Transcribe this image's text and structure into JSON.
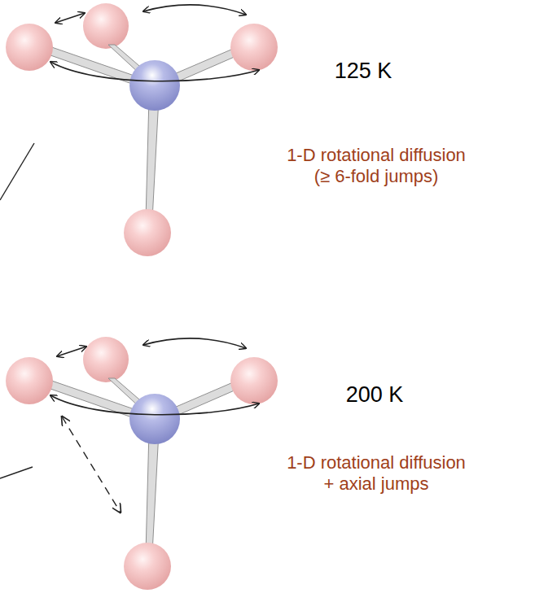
{
  "diagram": {
    "labels": [
      "125 K",
      "1-D rotational diffusion (≥ 6-fold jumps)",
      "200 K",
      "1-D rotational diffusion + axial jumps"
    ]
  }
}
